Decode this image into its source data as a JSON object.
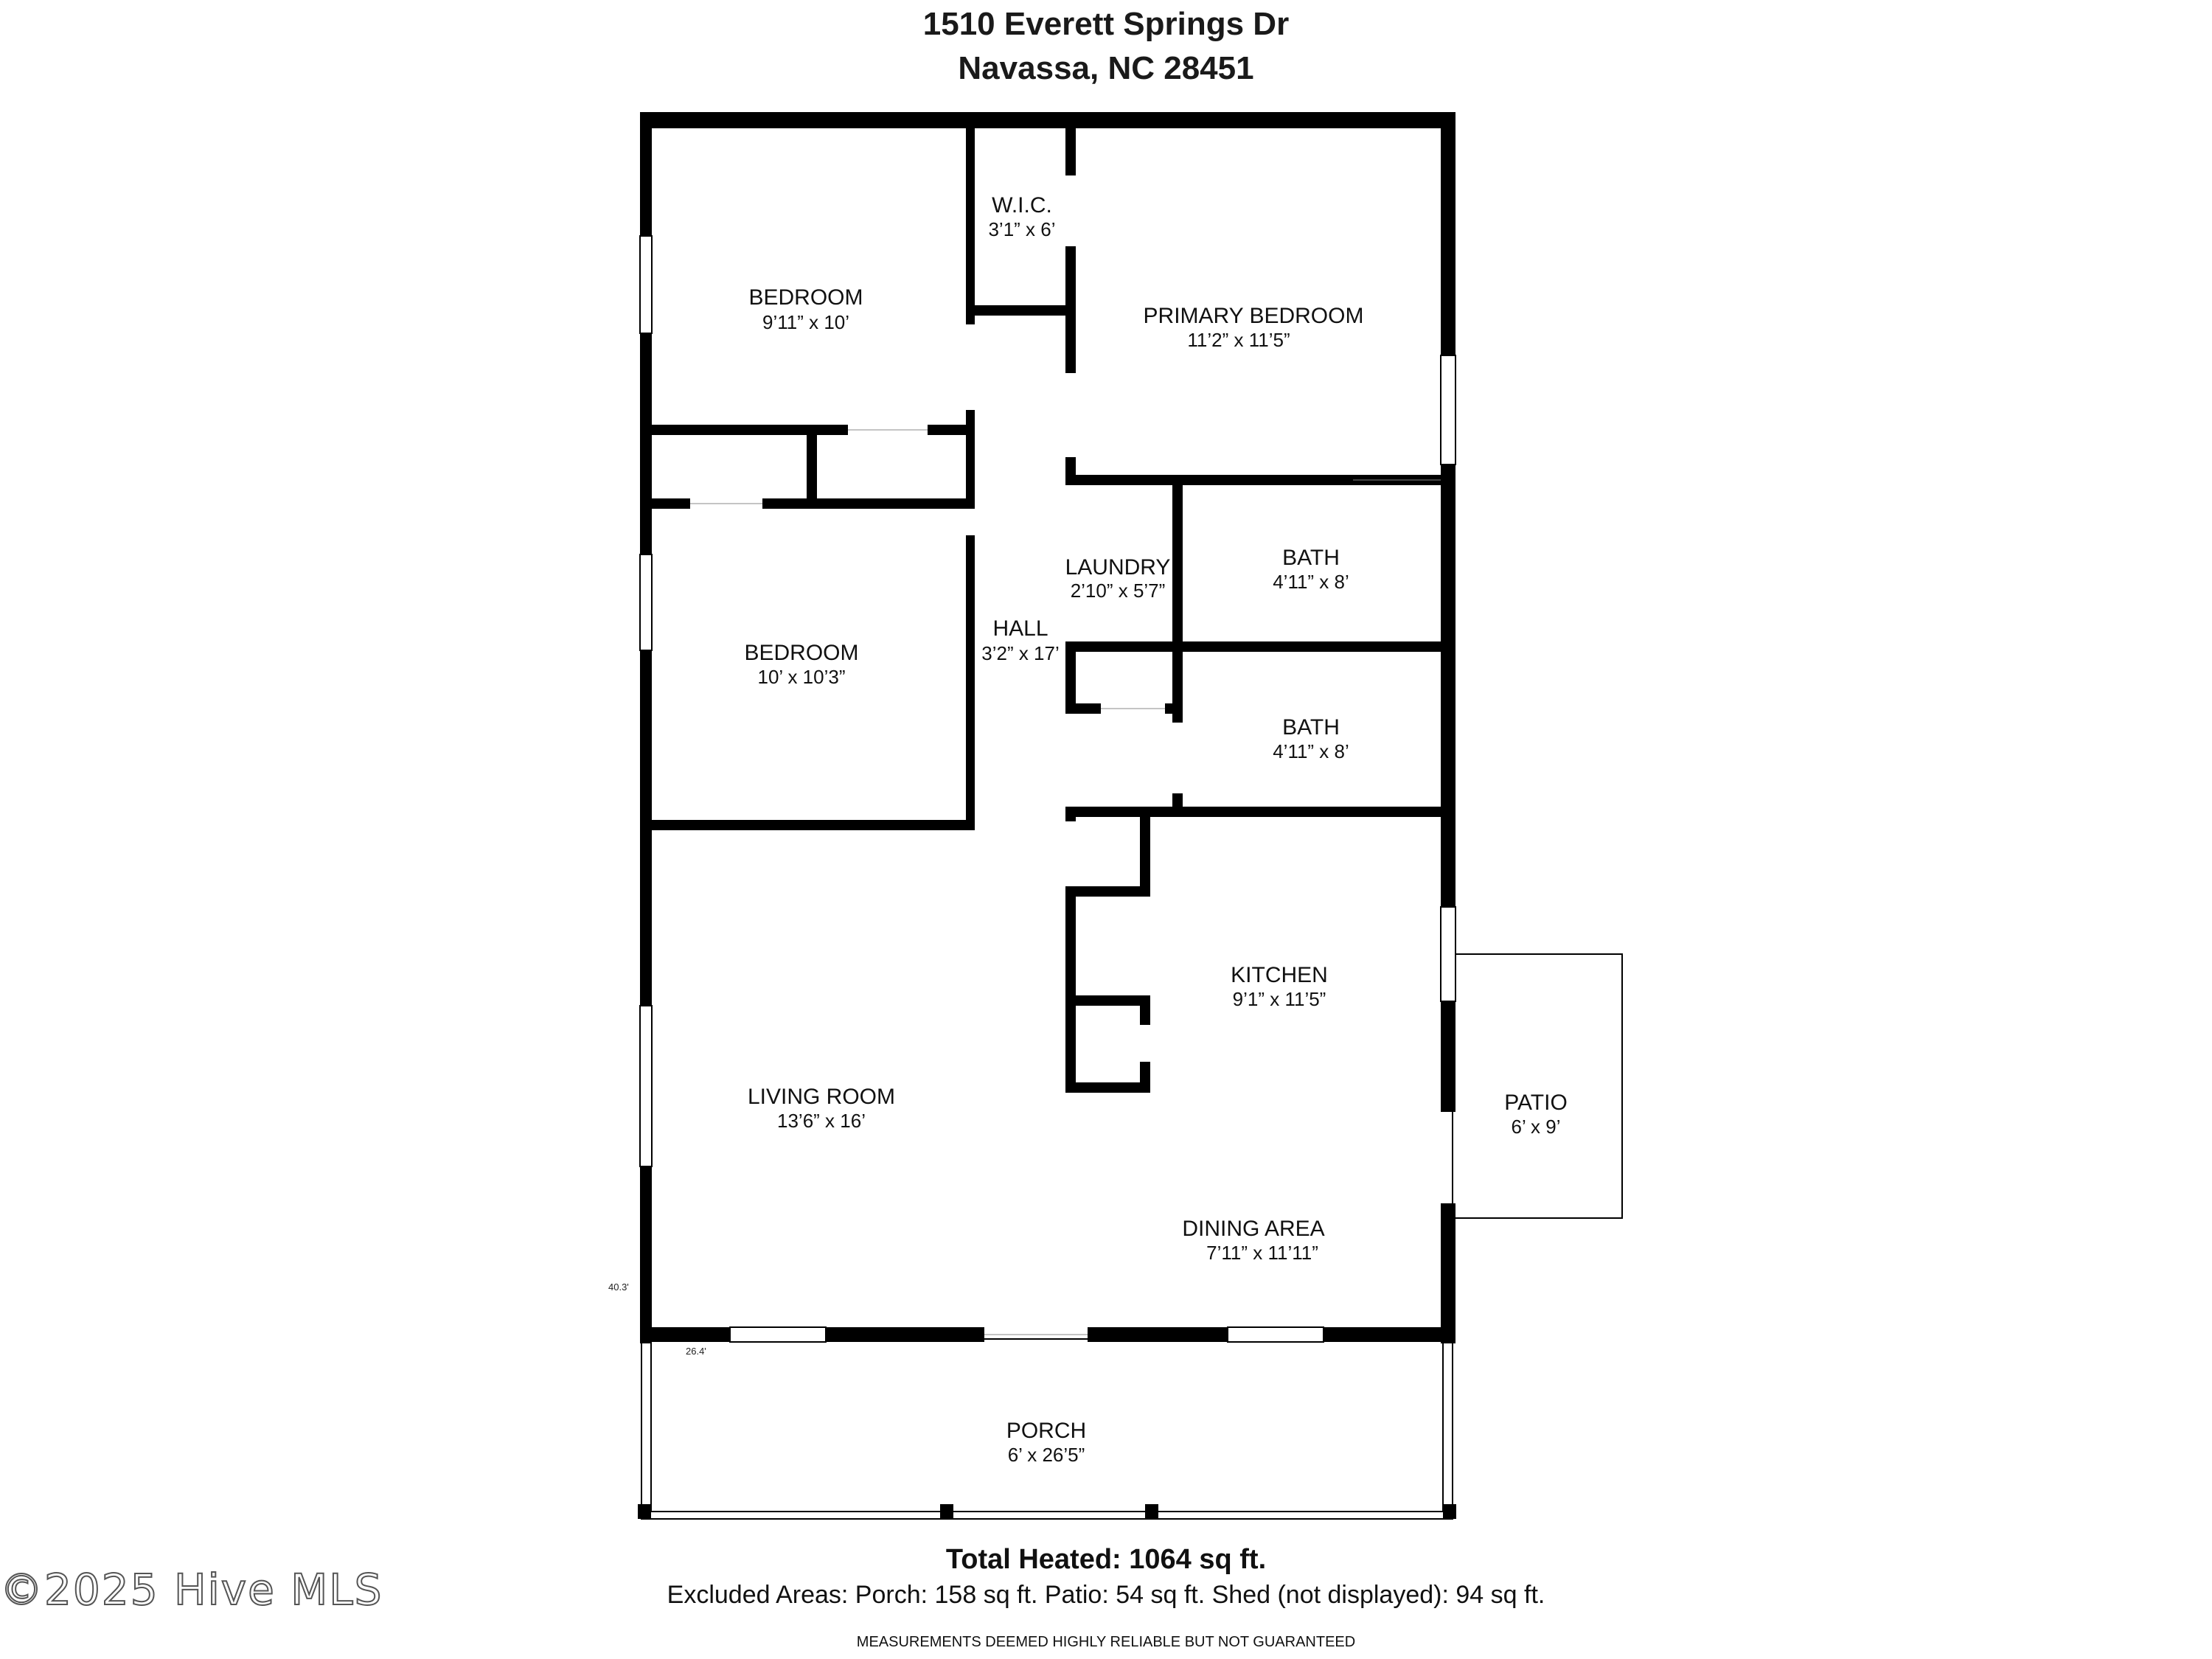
{
  "header": {
    "address_line1": "1510 Everett Springs Dr",
    "address_line2": "Navassa, NC 28451"
  },
  "rooms": {
    "bedroom1": {
      "name": "BEDROOM",
      "dims": "9’11” x 10’"
    },
    "wic": {
      "name": "W.I.C.",
      "dims": "3’1” x 6’"
    },
    "primary": {
      "name": "PRIMARY BEDROOM",
      "dims": "11’2” x 11’5”"
    },
    "laundry": {
      "name": "LAUNDRY",
      "dims": "2’10” x 5’7”"
    },
    "bath1": {
      "name": "BATH",
      "dims": "4’11” x 8’"
    },
    "hall": {
      "name": "HALL",
      "dims": "3’2” x 17’"
    },
    "bedroom2": {
      "name": "BEDROOM",
      "dims": "10’ x 10’3”"
    },
    "bath2": {
      "name": "BATH",
      "dims": "4’11” x 8’"
    },
    "kitchen": {
      "name": "KITCHEN",
      "dims": "9’1” x 11’5”"
    },
    "living": {
      "name": "LIVING ROOM",
      "dims": "13’6” x 16’"
    },
    "patio": {
      "name": "PATIO",
      "dims": "6’ x 9’"
    },
    "dining": {
      "name": "DINING AREA",
      "dims": "7’11” x 11’11”"
    },
    "porch": {
      "name": "PORCH",
      "dims": "6’ x 26’5”"
    }
  },
  "measurements": {
    "height_label": "40.3'",
    "width_label": "26.4'"
  },
  "footer": {
    "total": "Total Heated: 1064 sq ft.",
    "excluded": "Excluded Areas: Porch: 158 sq ft. Patio: 54 sq ft. Shed (not displayed): 94 sq ft.",
    "disclaimer": "MEASUREMENTS DEEMED HIGHLY RELIABLE BUT NOT GUARANTEED",
    "watermark": "©2025 Hive MLS"
  }
}
